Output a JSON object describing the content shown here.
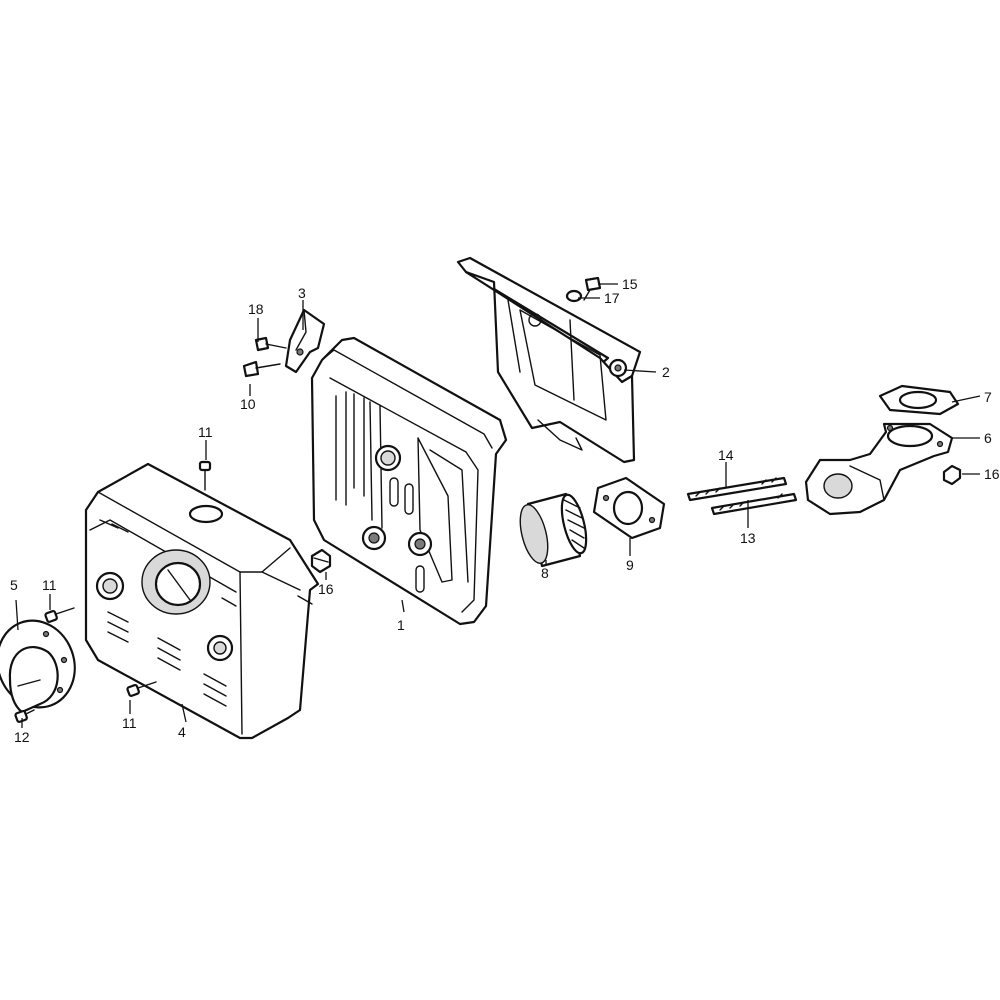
{
  "diagram": {
    "callouts": {
      "c1": "1",
      "c2": "2",
      "c3": "3",
      "c4": "4",
      "c5": "5",
      "c6": "6",
      "c7": "7",
      "c8": "8",
      "c9": "9",
      "c10": "10",
      "c11a": "11",
      "c11b": "11",
      "c11c": "11",
      "c12": "12",
      "c13": "13",
      "c14": "14",
      "c15": "15",
      "c16a": "16",
      "c16b": "16",
      "c17": "17",
      "c18": "18"
    },
    "colors": {
      "ink": "#111111",
      "paper": "#ffffff",
      "shade": "#d9d9d9"
    }
  }
}
